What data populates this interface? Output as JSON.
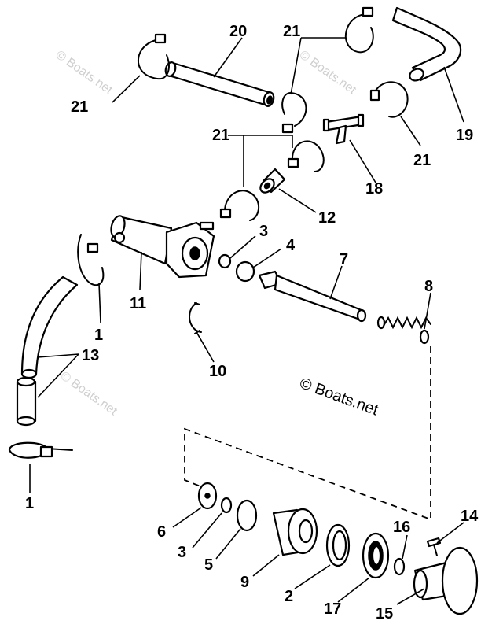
{
  "callouts": {
    "c20": "20",
    "c21_top_left": "21",
    "c21_top_mid": "21",
    "c21_right": "21",
    "c21_mid": "21",
    "c19": "19",
    "c18": "18",
    "c12": "12",
    "c3_upper": "3",
    "c4": "4",
    "c7": "7",
    "c8": "8",
    "c11": "11",
    "c1_upper": "1",
    "c13": "13",
    "c10": "10",
    "c1_lower": "1",
    "c6": "6",
    "c3_lower": "3",
    "c5": "5",
    "c9": "9",
    "c2": "2",
    "c17": "17",
    "c16": "16",
    "c14": "14",
    "c15": "15"
  },
  "watermarks": {
    "wm1": "© Boats.net",
    "wm2": "© Boats.net",
    "wm3": "© Boats.net"
  },
  "copyright": "© Boats.net"
}
